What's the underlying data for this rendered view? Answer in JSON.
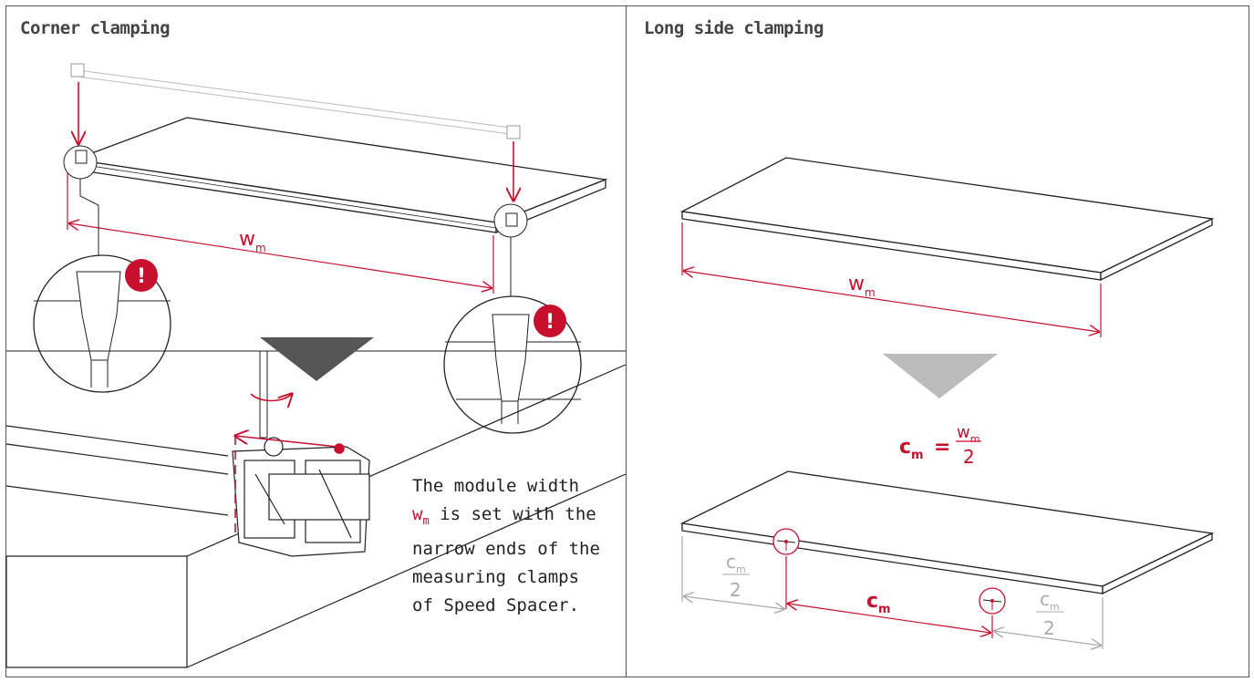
{
  "panels": {
    "left": {
      "title": "Corner clamping"
    },
    "right": {
      "title": "Long side clamping"
    }
  },
  "labels": {
    "w": "w",
    "m": "m",
    "c": "c",
    "two": "2",
    "equals": "=",
    "exclamation": "!"
  },
  "caption": {
    "line1": "The module width",
    "sym": "w",
    "sym_sub": "m",
    "line2_rest": " is set with the",
    "line3": "narrow ends of the",
    "line4": "measuring clamps",
    "line5": "of Speed Spacer."
  },
  "colors": {
    "accent": "#c8102e",
    "line": "#222222",
    "muted": "#aaaaaa",
    "arrow": "#555555"
  }
}
